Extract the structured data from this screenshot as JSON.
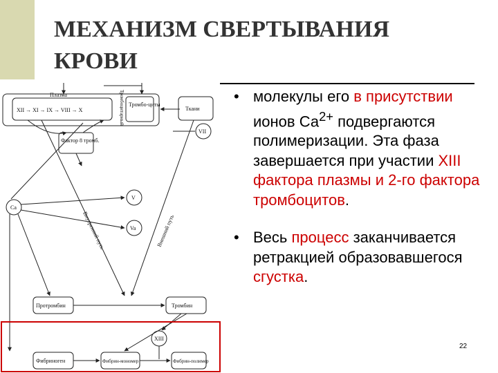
{
  "title": "МЕХАНИЗМ СВЕРТЫВАНИЯ КРОВИ",
  "bullets": [
    {
      "p1": "молекулы его ",
      "p2": "в присутствии",
      "p3": " ионов Са",
      "sup": "2+",
      "p4": " подвергаются полимеризации",
      "p5": ". Эта фаза завершается при участии ",
      "p6": "XIII фактора плазмы и 2-го фактора тромбоцитов",
      "p7": "."
    },
    {
      "p1": "Весь ",
      "p2": "процесс",
      "p3": " заканчивается ретракцией образовавшегося ",
      "p4": "сгустка",
      "p5": "."
    }
  ],
  "page_number": "22",
  "diagram": {
    "plasma": "Плазма",
    "factors_row": "XII → XI → IX → VIII → X",
    "platelet_box": "Тромбо-циты",
    "vertical_label": "Тромбоцитарный",
    "tissue": "Ткани",
    "vii": "VII",
    "factor8": "Фактор 8 тромб.",
    "ca": "Ca",
    "v": "V",
    "va": "Va",
    "diag_left": "Внутренний путь",
    "diag_right": "Внешний путь",
    "prothrombin": "Протромбин",
    "thrombin": "Тромбин",
    "xiii": "XIII",
    "fibrinogen": "Фибриноген",
    "fibrin_monomer": "Фибрин-мономер",
    "fibrin_polymer": "Фибрин-полимер"
  },
  "colors": {
    "accent_red": "#cc0000",
    "sidebar": "#d9d9b0",
    "title": "#333333"
  }
}
